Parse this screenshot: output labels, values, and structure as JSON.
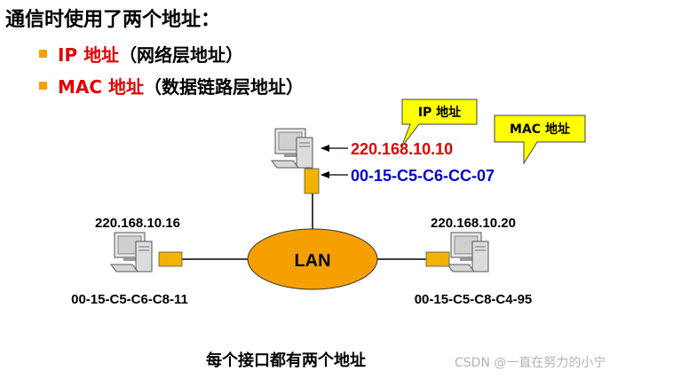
{
  "title": "通信时使用了两个地址：",
  "bullets": [
    {
      "highlight": "IP 地址",
      "paren": "（网络层地址）"
    },
    {
      "highlight": "MAC 地址",
      "paren": "（数据链路层地址）"
    }
  ],
  "callouts": {
    "ip": "IP 地址",
    "mac": "MAC 地址"
  },
  "hosts": {
    "top": {
      "ip": "220.168.10.10",
      "mac": "00-15-C5-C6-CC-07"
    },
    "left": {
      "ip": "220.168.10.16",
      "mac": "00-15-C5-C6-C8-11"
    },
    "right": {
      "ip": "220.168.10.20",
      "mac": "00-15-C5-C8-C4-95"
    }
  },
  "lan_label": "LAN",
  "footer": "每个接口都有两个地址",
  "watermark": "CSDN @一直在努力的小宁",
  "colors": {
    "accent_orange": "#f5a000",
    "ip_red": "#e00000",
    "mac_blue": "#0000cc",
    "callout_yellow": "#ffff00",
    "interface_gold": "#f0b400"
  }
}
